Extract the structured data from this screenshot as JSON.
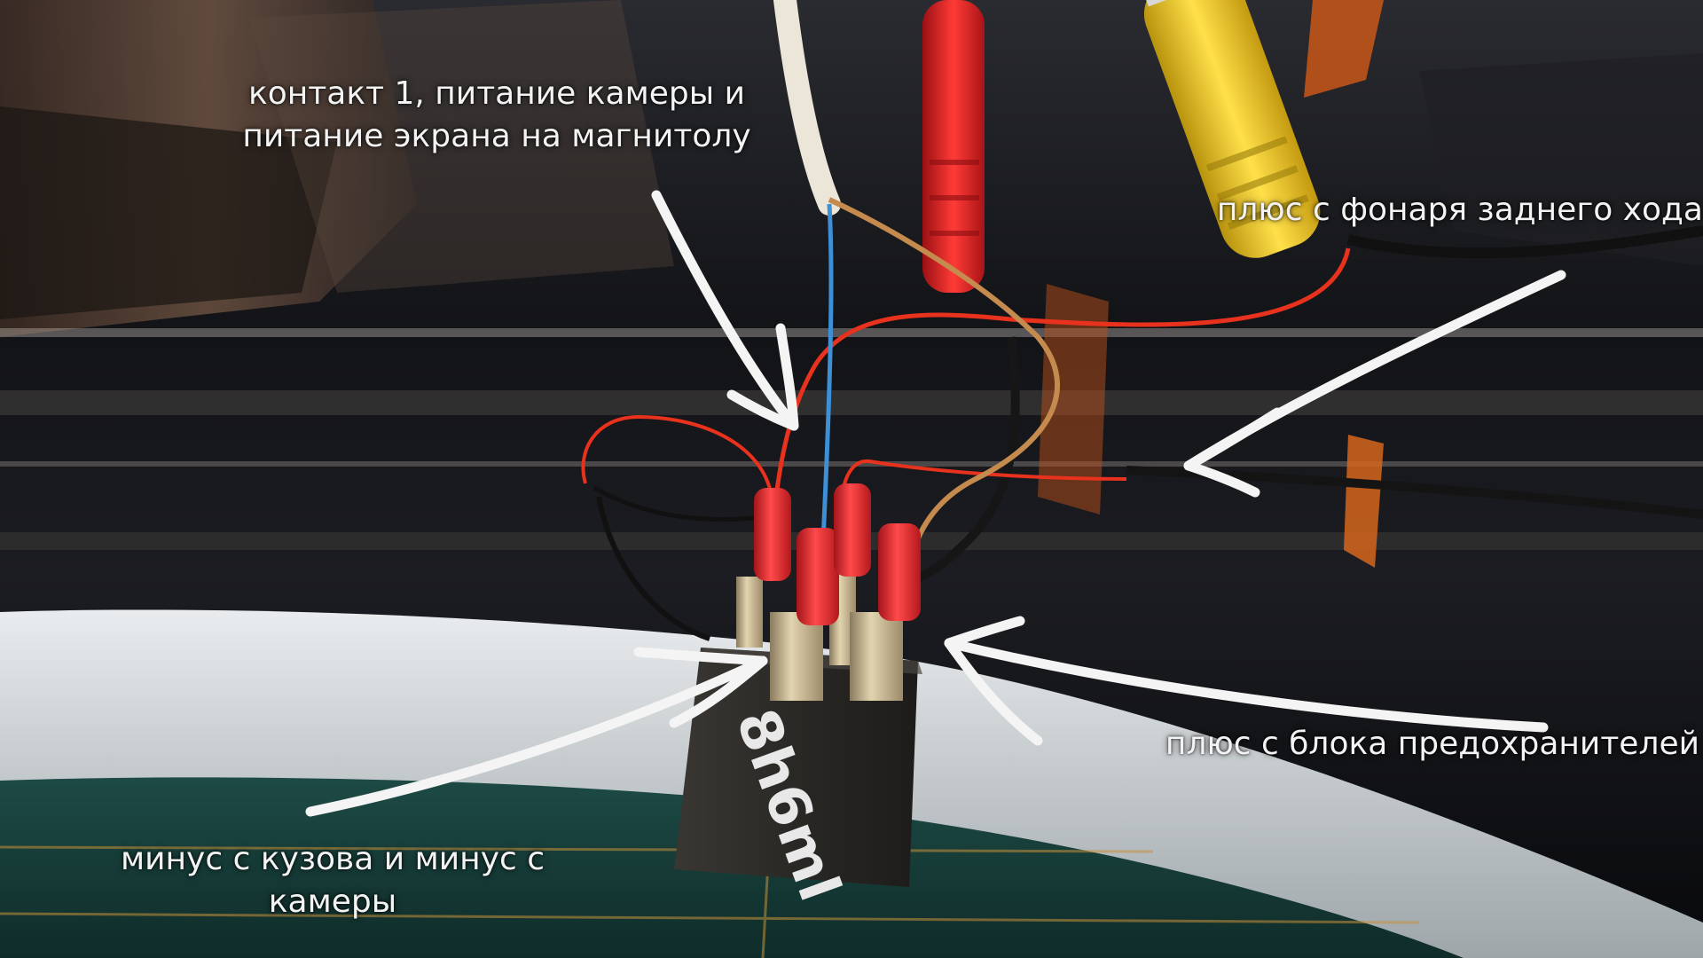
{
  "labels": {
    "top_line1": "контакт 1, питание камеры и",
    "top_line2": "питание экрана на магнитолу",
    "right_top": "плюс с фонаря заднего хода",
    "right_bottom": "плюс с блока предохранителей",
    "bottom_line1": "минус с кузова и минус с",
    "bottom_line2": "камеры"
  },
  "relay_marking": "8h6ml",
  "colors": {
    "car_body": "#0e0f12",
    "relay_body": "#2c2a27",
    "wire_red": "#e8321d",
    "wire_blue": "#3d8fd6",
    "wire_brown": "#c48a4e",
    "wire_white": "#ece6d8",
    "connector_yellow": "#f1c81a",
    "connector_red": "#d81f22",
    "arrow": "#f4f4f4",
    "text": "#f3f3f3"
  }
}
